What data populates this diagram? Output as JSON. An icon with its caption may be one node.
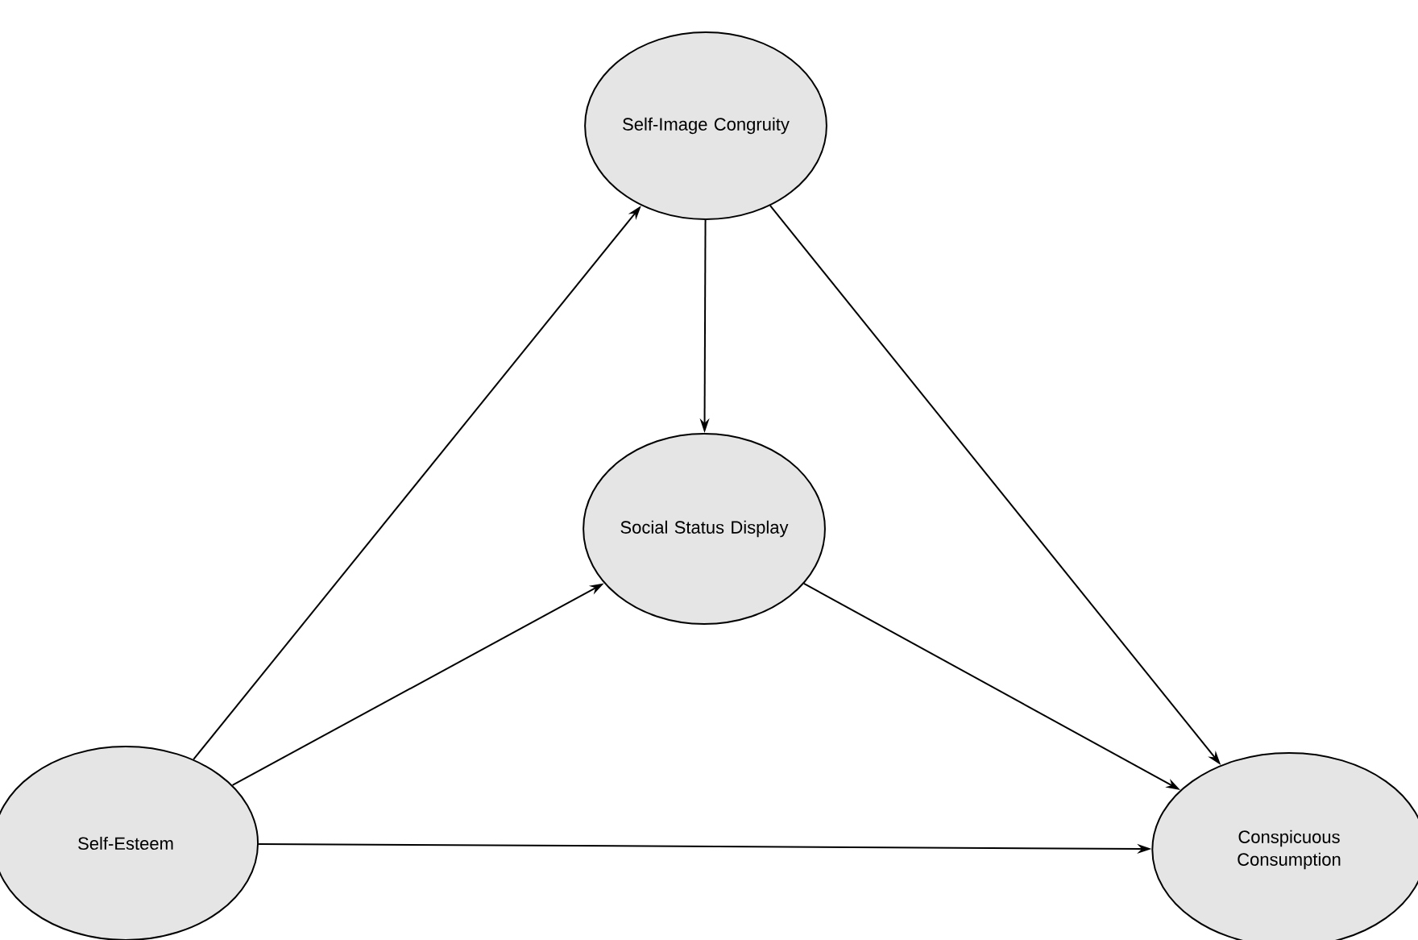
{
  "diagram": {
    "nodes": [
      {
        "text": [
          "Self-Image Congruity"
        ]
      },
      {
        "text": [
          "Social Status Display"
        ]
      },
      {
        "text": [
          "Self-Esteem"
        ]
      },
      {
        "text": [
          "Conspicuous Consumption"
        ]
      }
    ],
    "edges": [
      {
        "from": 2,
        "to": 0,
        "arrow": "to"
      },
      {
        "from": 2,
        "to": 1,
        "arrow": "to"
      },
      {
        "from": 2,
        "to": 3,
        "arrow": "to"
      },
      {
        "from": 0,
        "to": 1,
        "arrow": "to"
      },
      {
        "from": 0,
        "to": 3,
        "arrow": "to"
      },
      {
        "from": 1,
        "to": 3,
        "arrow": "to"
      }
    ]
  }
}
